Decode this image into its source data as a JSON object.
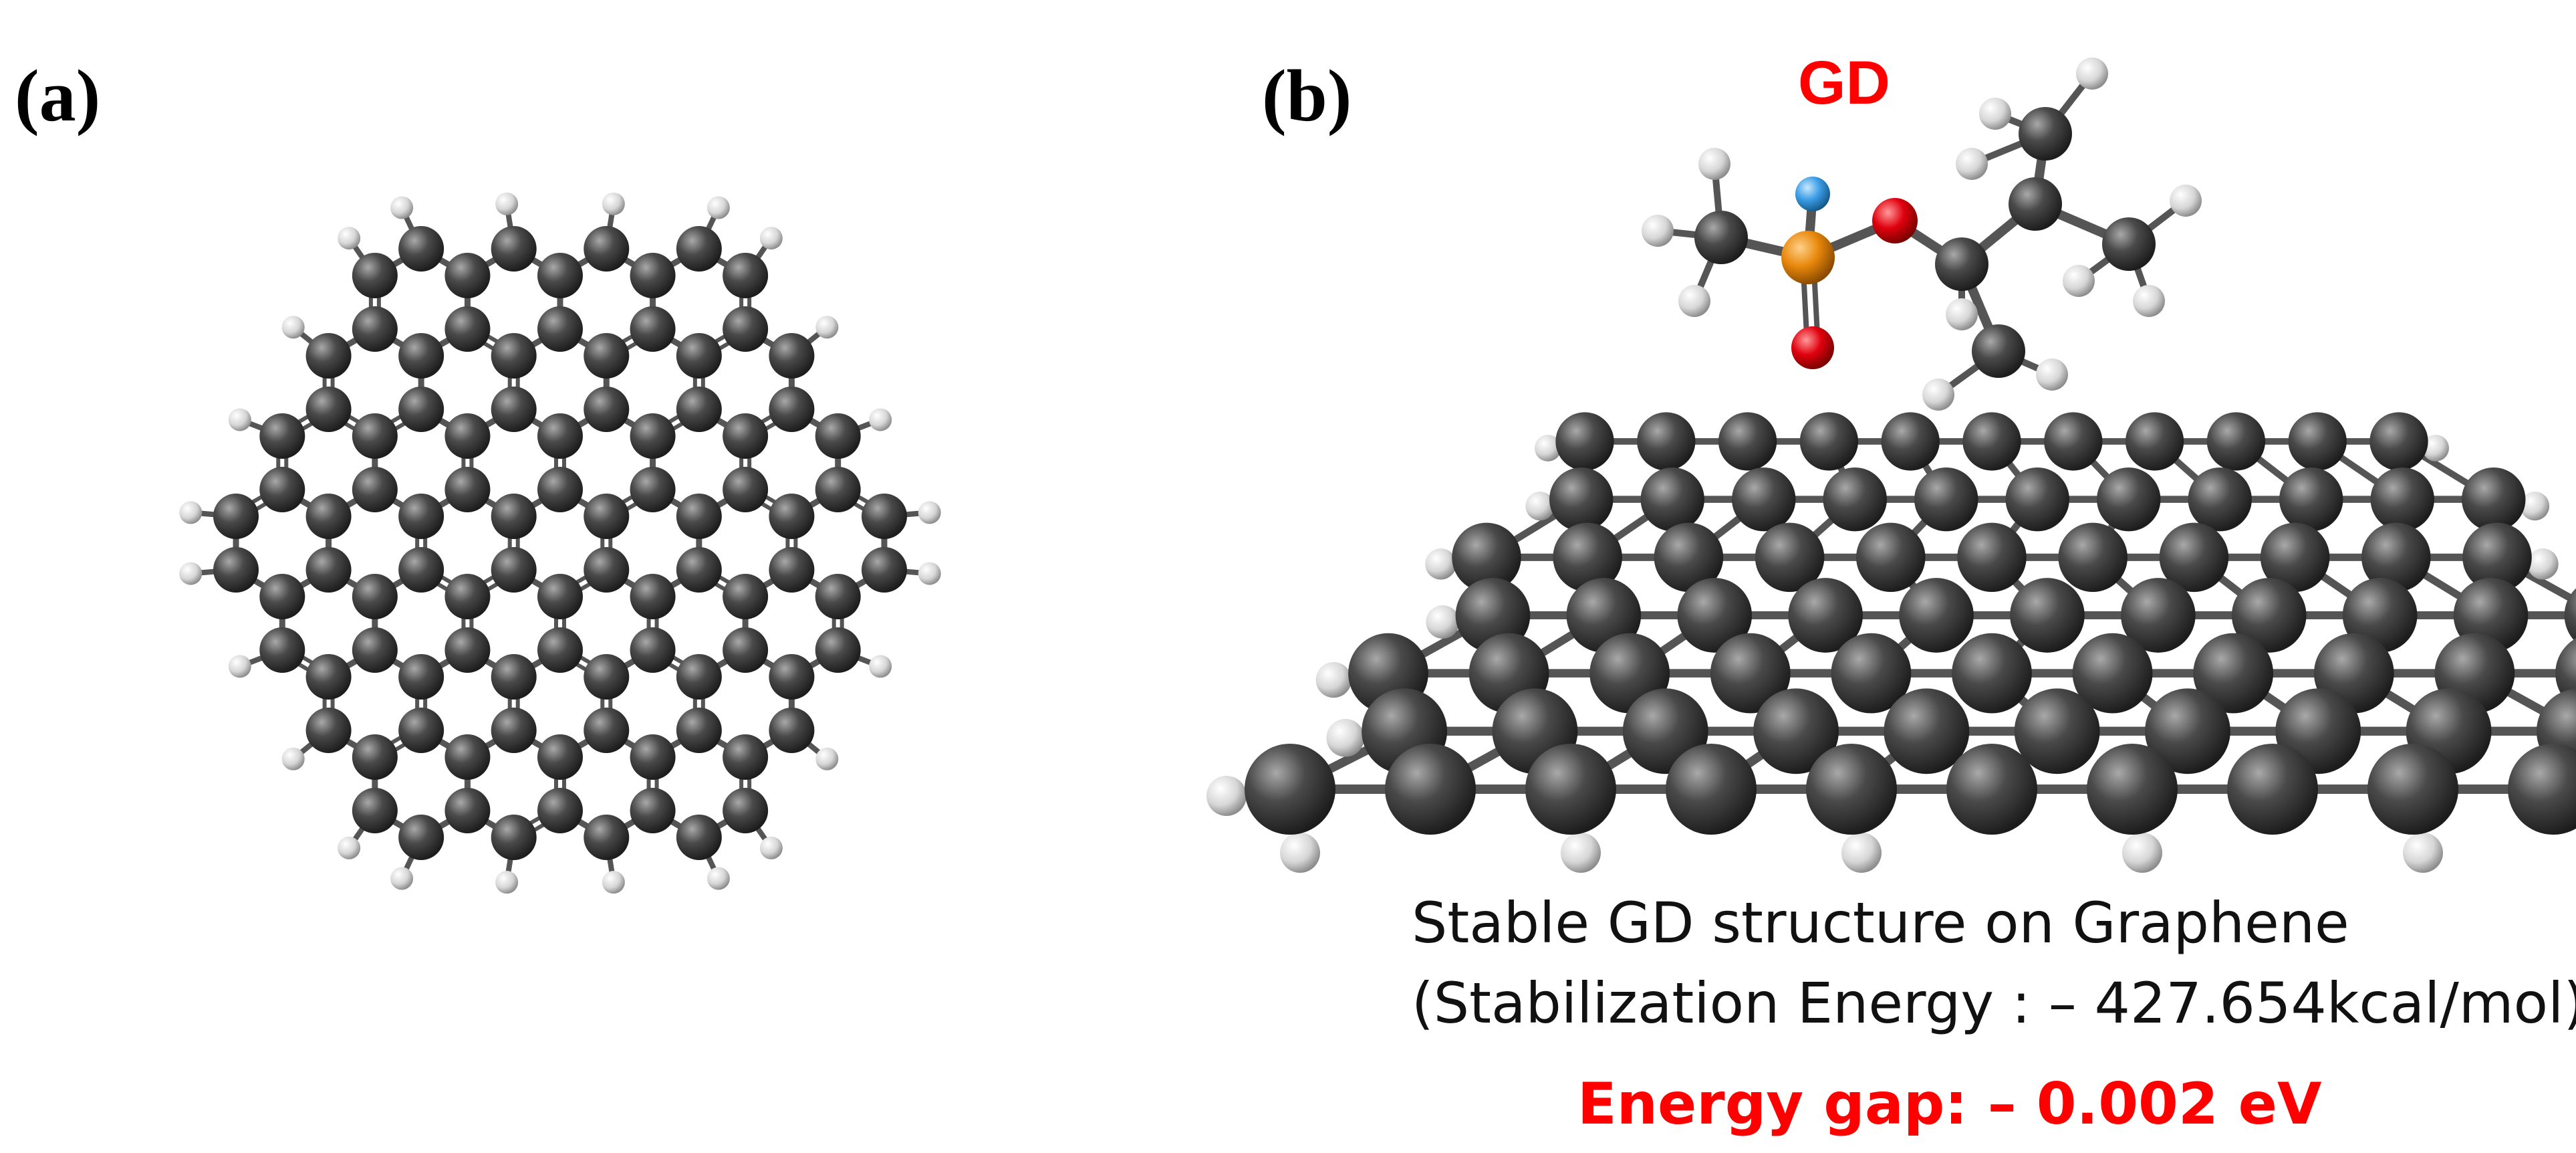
{
  "panel_a": {
    "label": "(a)"
  },
  "panel_b": {
    "label": "(b)",
    "molecule_title": "GD",
    "caption_line1": "Stable GD structure on Graphene",
    "caption_line2": "(Stabilization Energy : – 427.654kcal/mol)",
    "energy_gap": "Energy gap: – 0.002 eV"
  },
  "colors": {
    "carbon": "#3a3a3a",
    "hydrogen": "#e6e6e6",
    "phosphorus": "#e8880c",
    "oxygen": "#e0000e",
    "fluorine": "#3d9ee6",
    "bond": "#555555",
    "highlight": "#ff0000"
  },
  "atoms": {
    "carbon": "C",
    "hydrogen": "H",
    "phosphorus": "P",
    "oxygen": "O",
    "fluorine": "F"
  }
}
